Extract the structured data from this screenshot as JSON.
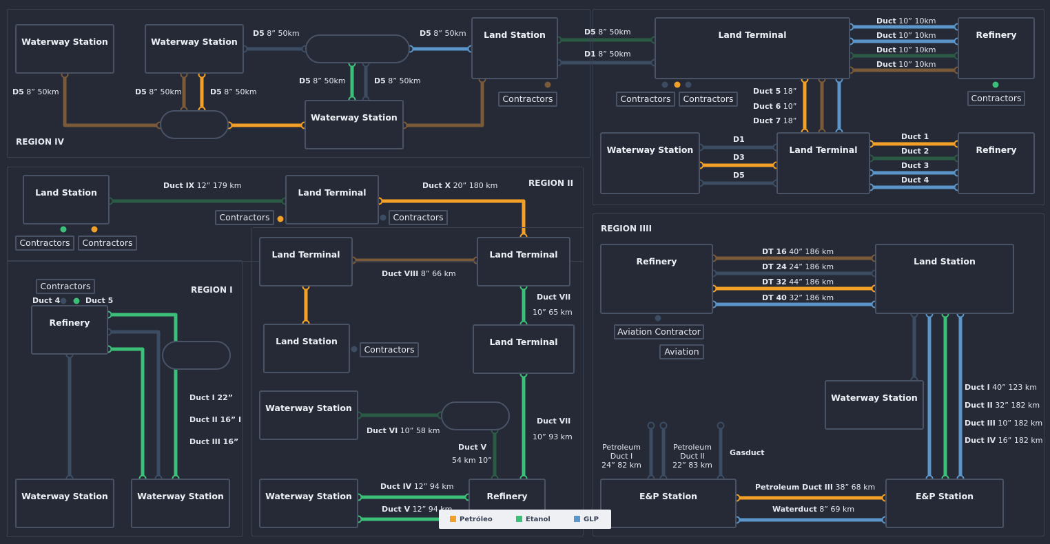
{
  "colors": {
    "bg": "#252a36",
    "border": "#4a5366",
    "text": "#eef1f6",
    "petroleo": "#f2a027",
    "etanol": "#3cc079",
    "glp": "#5b95c9",
    "brown": "#7a5a38",
    "darkgreen": "#2b5a45",
    "slate": "#3b4c63"
  },
  "regions": {
    "r4": "REGION IV",
    "r2": "REGION II",
    "r1": "REGION I",
    "r3": "REGION IIII"
  },
  "nodes": {
    "ws1": "Waterway Station",
    "ws2": "Waterway Station",
    "ws3": "Waterway Station",
    "ls1": "Land Station",
    "lt1": "Land Terminal",
    "ref1": "Refinery",
    "ws4": "Waterway Station",
    "lt2": "Land Terminal",
    "ref2": "Refinery",
    "ls2": "Land Station",
    "lt3": "Land Terminal",
    "ref3": "Refinery",
    "ws5": "Waterway Station",
    "ws6": "Waterway Station",
    "lt4": "Land Terminal",
    "lt5": "Land Terminal",
    "ls3": "Land Station",
    "lt6": "Land Terminal",
    "ws7": "Waterway Station",
    "ws8": "Waterway Station",
    "ref4": "Refinery",
    "ref5": "Refinery",
    "ls4": "Land Station",
    "ws9": "Waterway Station",
    "ep1": "E&P Station",
    "ep2": "E&P Station"
  },
  "tags": {
    "c1": "Contractors",
    "c2": "Contractors",
    "c3": "Contractors",
    "c4": "Contractors",
    "c5": "Contractors",
    "c6": "Contractors",
    "c7": "Contractors",
    "c8": "Contractors",
    "c9": "Contractors",
    "c10": "Contractors",
    "av1": "Aviation Contractor",
    "av2": "Aviation"
  },
  "labels": {
    "l_ws1_d": "D5",
    "l_ws1_v": "8” 50km",
    "l_ws2a_d": "D5",
    "l_ws2a_v": "8” 50km",
    "l_ws2b_d": "D5",
    "l_ws2b_v": "8” 50km",
    "l_top1_d": "D5",
    "l_top1_v": "8” 50km",
    "l_top2_d": "D5",
    "l_top2_v": "8” 50km",
    "l_vt1_d": "D5",
    "l_vt1_v": "8” 50km",
    "l_vt2_d": "D5",
    "l_vt2_v": "8” 50km",
    "l_ls1a_d": "D5",
    "l_ls1a_v": "8” 50km",
    "l_ls1b_d": "D1",
    "l_ls1b_v": "8” 50km",
    "l_r1_d": "Duct",
    "l_r1_v": "10” 10km",
    "l_r2_d": "Duct",
    "l_r2_v": "10” 10km",
    "l_r3_d": "Duct",
    "l_r3_v": "10” 10km",
    "l_r4_d": "Duct",
    "l_r4_v": "10” 10km",
    "l_d5_d": "Duct 5",
    "l_d5_v": "18”",
    "l_d6_d": "Duct 6",
    "l_d6_v": "10”",
    "l_d7_d": "Duct 7",
    "l_d7_v": "18”",
    "l_wd1": "D1",
    "l_wd3": "D3",
    "l_wd5": "D5",
    "l_rd1": "Duct 1",
    "l_rd2": "Duct 2",
    "l_rd3": "Duct 3",
    "l_rd4": "Duct 4",
    "l_ix_d": "Duct IX",
    "l_ix_v": "12” 179 km",
    "l_x_d": "Duct X",
    "l_x_v": "20” 180 km",
    "l_viii_d": "Duct VIII",
    "l_viii_v": "8” 66 km",
    "l_vii1_d": "Duct VII",
    "l_vii1_v": "10” 65 km",
    "l_vii2_d": "Duct VII",
    "l_vii2_v": "10” 93 km",
    "l_vi_d": "Duct VI",
    "l_vi_v": "10” 58 km",
    "l_v1_d": "Duct V",
    "l_v1_v": "54 km 10”",
    "l_iv_d": "Duct IV",
    "l_iv_v": "12” 94 km",
    "l_v2_d": "Duct V",
    "l_v2_v": "12” 94 km",
    "l_rd_4": "Duct 4",
    "l_rd_5": "Duct 5",
    "l_ri_1": "Duct I 22”",
    "l_ri_2": "Duct II 16” I",
    "l_ri_3": "Duct III 16”",
    "l_dt16_d": "DT 16",
    "l_dt16_v": "40” 186 km",
    "l_dt24_d": "DT 24",
    "l_dt24_v": "24” 186 km",
    "l_dt32_d": "DT 32",
    "l_dt32_v": "44” 186 km",
    "l_dt40_d": "DT 40",
    "l_dt40_v": "32” 186 km",
    "l_di_d": "Duct I",
    "l_di_v": "40” 123 km",
    "l_dii_d": "Duct II",
    "l_dii_v": "32” 182 km",
    "l_diii_d": "Duct III",
    "l_diii_v": "10” 182 km",
    "l_div_d": "Duct IV",
    "l_div_v": "16” 182 km",
    "l_pd1_a": "Petroleum",
    "l_pd1_b": "Duct I",
    "l_pd1_c": "24” 82 km",
    "l_pd2_a": "Petroleum",
    "l_pd2_b": "Duct II",
    "l_pd2_c": "22” 83 km",
    "l_gas": "Gasduct",
    "l_pd3_d": "Petroleum Duct III",
    "l_pd3_v": "38” 68 km",
    "l_wd_d": "Waterduct",
    "l_wd_v": "8” 69 km"
  },
  "legend": {
    "petroleo": "Petróleo",
    "etanol": "Etanol",
    "glp": "GLP"
  }
}
